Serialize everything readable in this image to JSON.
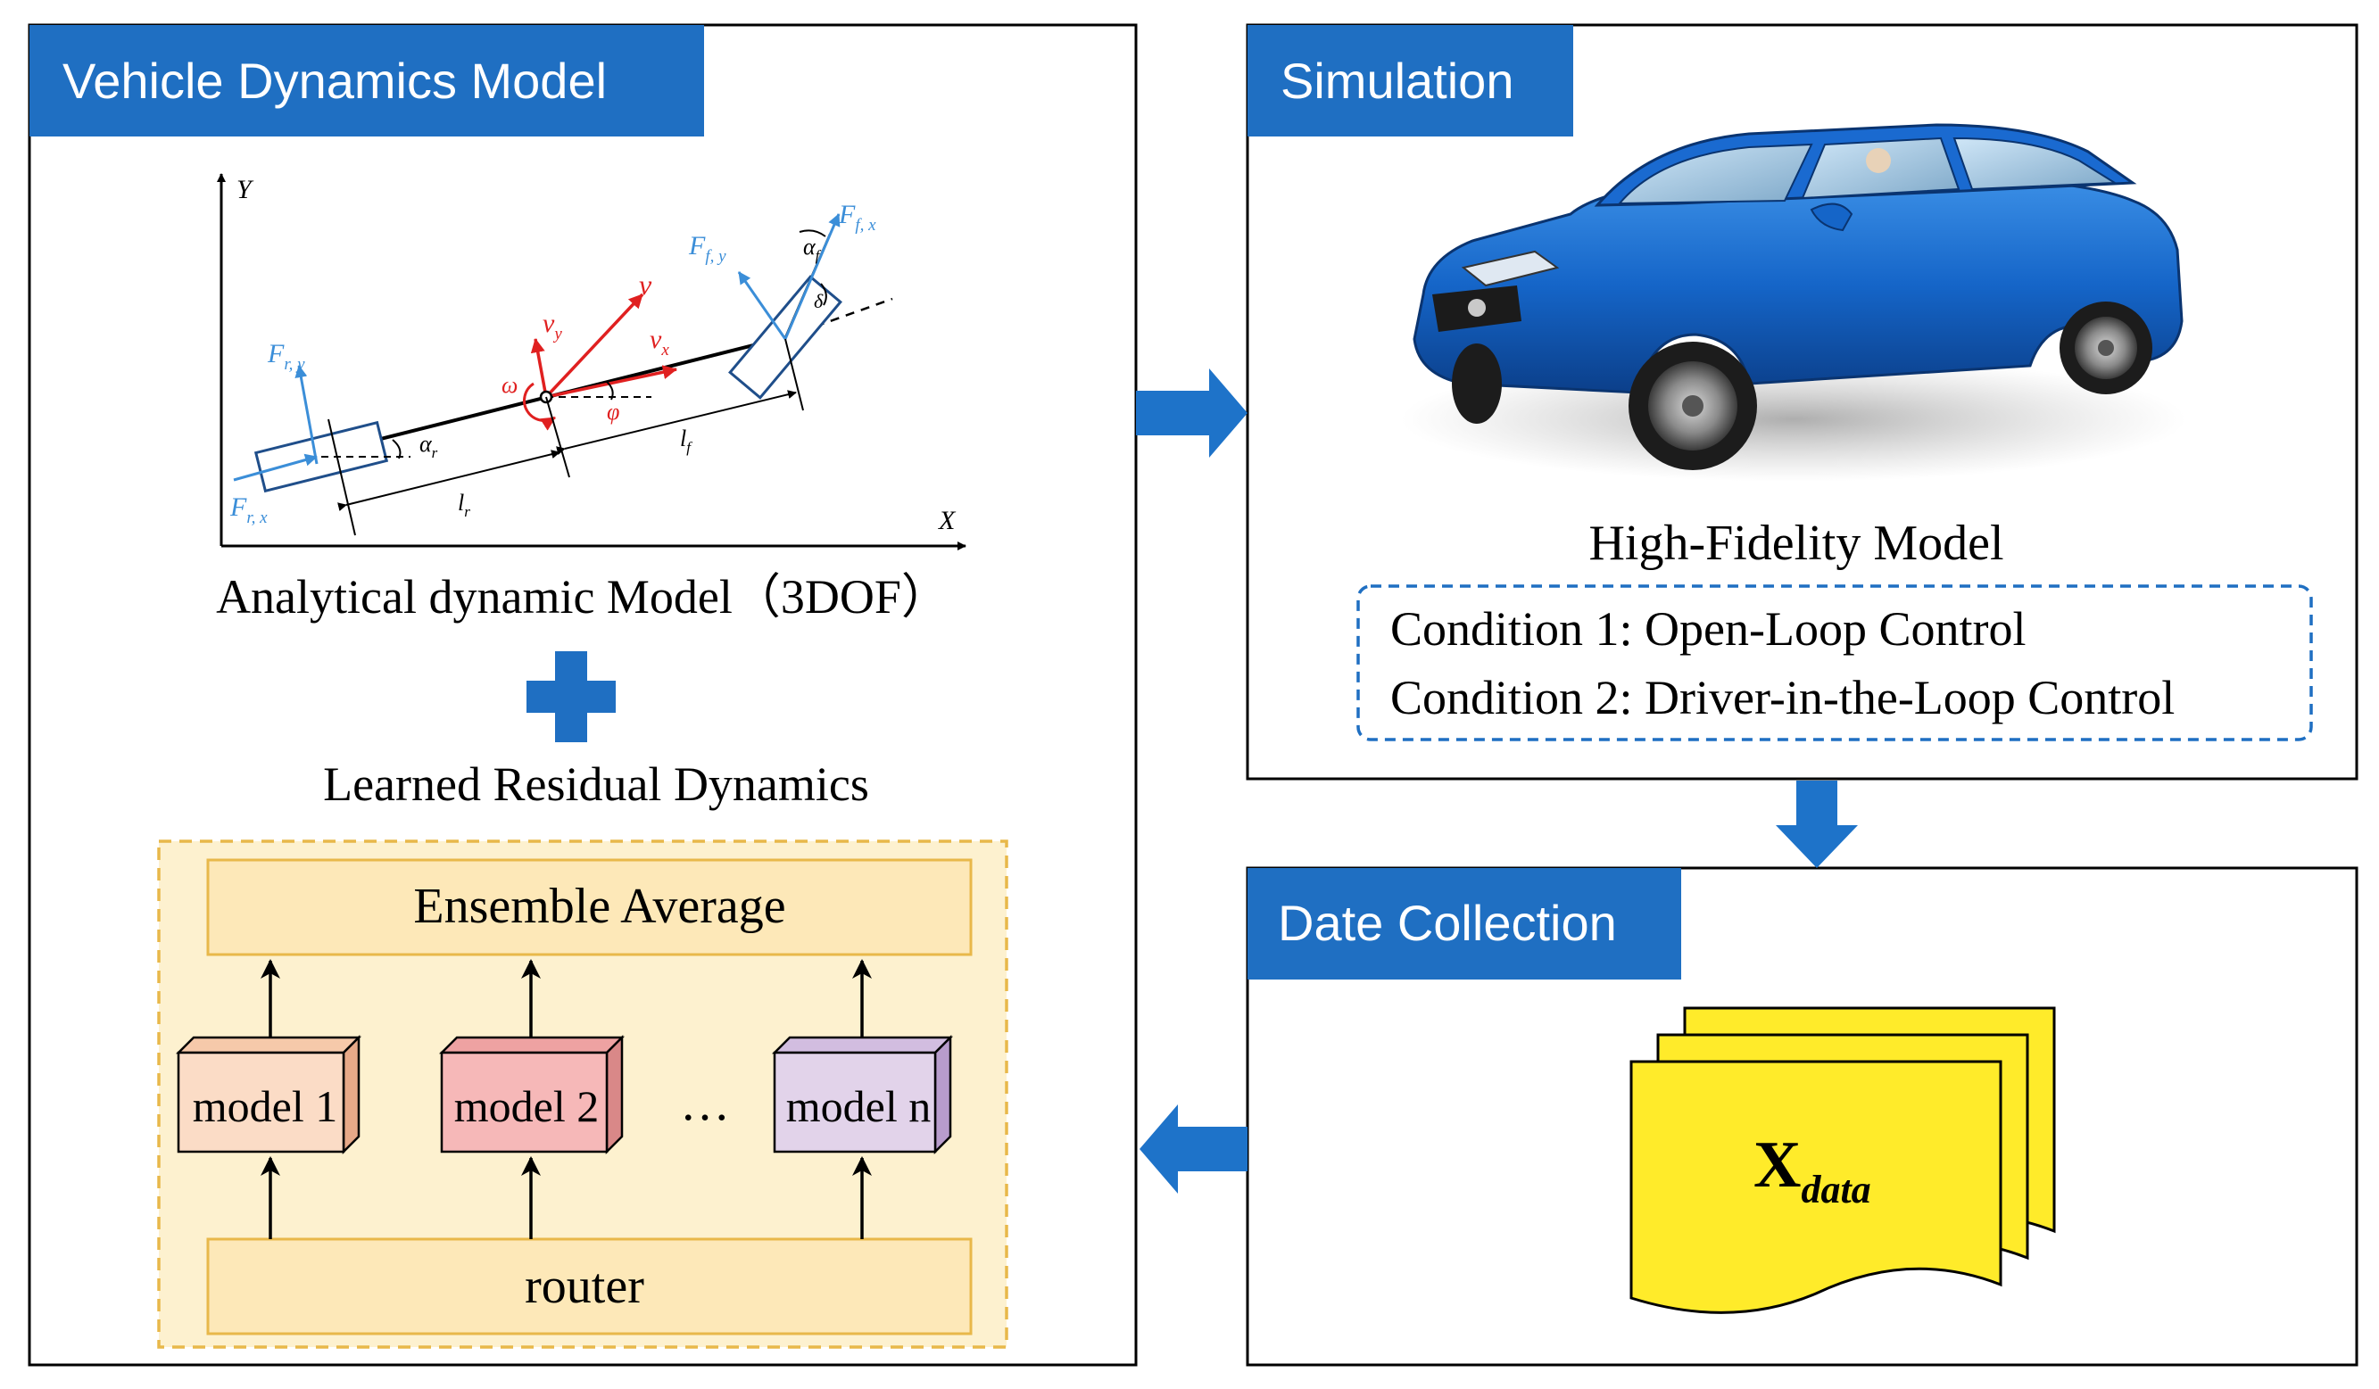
{
  "panels": {
    "vehicle_dynamics": {
      "title": "Vehicle Dynamics Model",
      "diagram": {
        "axis_y": "Y",
        "axis_x": "X",
        "labels": {
          "f_r_y": {
            "base": "F",
            "sub": "r, y"
          },
          "f_r_x": {
            "base": "F",
            "sub": "r, x"
          },
          "f_f_y": {
            "base": "F",
            "sub": "f, y"
          },
          "f_f_x": {
            "base": "F",
            "sub": "f, x"
          },
          "v": "v",
          "v_y": {
            "base": "v",
            "sub": "y"
          },
          "v_x": {
            "base": "v",
            "sub": "x"
          },
          "omega": "ω",
          "phi": "φ",
          "alpha_r": {
            "base": "α",
            "sub": "r"
          },
          "alpha_f": {
            "base": "α",
            "sub": "f"
          },
          "delta": "δ",
          "l_r": {
            "base": "l",
            "sub": "r"
          },
          "l_f": {
            "base": "l",
            "sub": "f"
          }
        }
      },
      "analytical_caption": "Analytical dynamic Model（3DOF）",
      "residual_caption": "Learned Residual Dynamics",
      "ensemble_label": "Ensemble Average",
      "models": [
        "model 1",
        "model 2",
        "model n"
      ],
      "ellipsis": "…",
      "router_label": "router"
    },
    "simulation": {
      "title": "Simulation",
      "model_label": "High-Fidelity Model",
      "conditions": [
        "Condition 1: Open-Loop Control",
        "Condition 2: Driver-in-the-Loop Control"
      ]
    },
    "data_collection": {
      "title": "Date Collection",
      "data_symbol": {
        "base": "X",
        "sub": "data"
      }
    }
  },
  "colors": {
    "header_blue": "#1f6fc2",
    "arrow_blue": "#1e73c9",
    "car_blue": "#1565c8",
    "force_blue": "#3b8ed8",
    "velocity_red": "#e02020",
    "residual_fill": "#fdf1cf",
    "residual_border": "#e8b84a",
    "model1_fill": "#fbdcc6",
    "model2_fill": "#f6b8b8",
    "modeln_fill": "#e2d3ea",
    "document_yellow": "#ffeb2a"
  }
}
